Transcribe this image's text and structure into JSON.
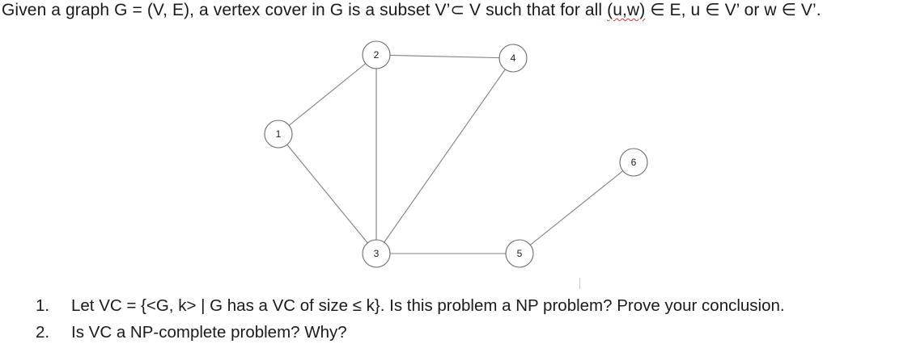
{
  "intro": {
    "part1": "Given a graph G = (V, E), a vertex cover in G is a subset V’",
    "subset_symbol": "⊂",
    "part2": " V such that for all ",
    "pair": "(u,w)",
    "part3": " ∈ E, u ∈ V’ or w ∈ V’."
  },
  "graph": {
    "vertices": [
      {
        "id": "1",
        "label": "1"
      },
      {
        "id": "2",
        "label": "2"
      },
      {
        "id": "3",
        "label": "3"
      },
      {
        "id": "4",
        "label": "4"
      },
      {
        "id": "5",
        "label": "5"
      },
      {
        "id": "6",
        "label": "6"
      }
    ],
    "edges": [
      [
        "1",
        "2"
      ],
      [
        "1",
        "3"
      ],
      [
        "2",
        "3"
      ],
      [
        "2",
        "4"
      ],
      [
        "3",
        "4"
      ],
      [
        "3",
        "5"
      ],
      [
        "5",
        "6"
      ]
    ]
  },
  "questions": [
    {
      "num": "1.",
      "text": "Let VC = {<G, k> | G has a VC of size ≤ k}. Is this problem a NP problem? Prove your conclusion."
    },
    {
      "num": "2.",
      "text": "Is VC a NP-complete problem? Why?"
    }
  ]
}
